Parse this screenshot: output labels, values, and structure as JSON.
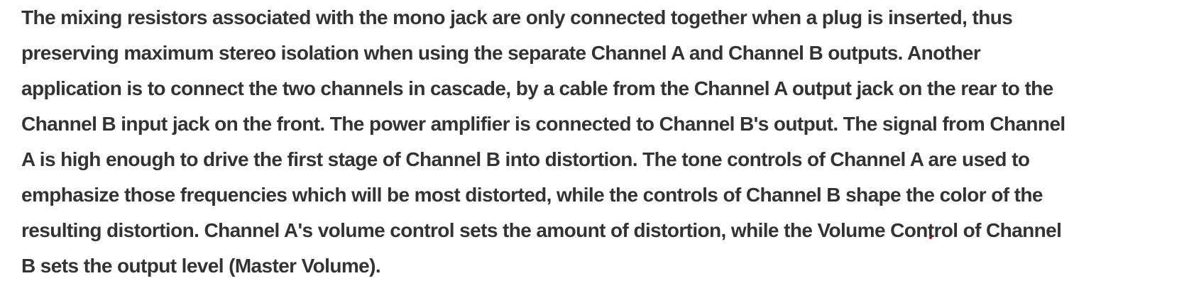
{
  "document": {
    "paragraph_lines": [
      "The mixing resistors associated with the mono jack are only connected together when a plug is inserted, thus",
      "preserving maximum stereo isolation when using the separate Channel A and Channel B outputs. Another",
      "application is to connect the two channels in cascade, by a cable from the Channel A output jack on the rear to the",
      "Channel B input jack on the front. The power amplifier is connected to Channel B's output. The signal from Channel",
      "A is high enough to drive the first stage of Channel B into distortion. The tone controls of Channel A are used to",
      "emphasize those frequencies which will be most distorted, while the controls of Channel B shape the color of the",
      "resulting distortion. Channel A's volume control sets the amount of distortion, while the Volume Control of Channel",
      "B sets the output level (Master Volume)."
    ]
  },
  "colors": {
    "text": "#333333",
    "background": "#ffffff",
    "spell_mark": "#cc0000"
  }
}
